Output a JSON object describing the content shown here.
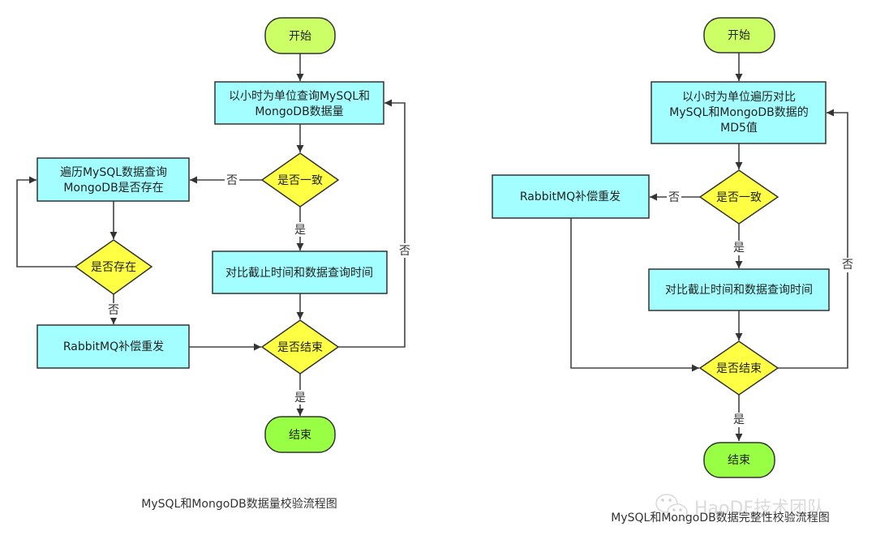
{
  "colors": {
    "terminal_start": "#ccff66",
    "terminal_end": "#99ff44",
    "process": "#a3ffff",
    "decision": "#ffff44",
    "stroke": "#333333",
    "line": "#444444"
  },
  "diagrams": [
    {
      "caption": "MySQL和MongoDB数据量校验流程图",
      "nodes": {
        "start": {
          "type": "terminal",
          "lines": [
            "开始"
          ]
        },
        "query": {
          "type": "process",
          "lines": [
            "以小时为单位查询MySQL和",
            "MongoDB数据量"
          ]
        },
        "consistent": {
          "type": "decision",
          "lines": [
            "是否一致"
          ]
        },
        "traverse": {
          "type": "process",
          "lines": [
            "遍历MySQL数据查询",
            "MongoDB是否存在"
          ]
        },
        "exists": {
          "type": "decision",
          "lines": [
            "是否存在"
          ]
        },
        "resend": {
          "type": "process",
          "lines": [
            "RabbitMQ补偿重发"
          ]
        },
        "compare": {
          "type": "process",
          "lines": [
            "对比截止时间和数据查询时间"
          ]
        },
        "finished": {
          "type": "decision",
          "lines": [
            "是否结束"
          ]
        },
        "end": {
          "type": "terminal",
          "lines": [
            "结束"
          ]
        }
      },
      "edge_labels": {
        "consistent_no": "否",
        "consistent_yes": "是",
        "exists_no": "否",
        "finished_no": "否",
        "finished_yes": "是"
      }
    },
    {
      "caption": "MySQL和MongoDB数据完整性校验流程图",
      "nodes": {
        "start": {
          "type": "terminal",
          "lines": [
            "开始"
          ]
        },
        "compare_md5": {
          "type": "process",
          "lines": [
            "以小时为单位遍历对比",
            "MySQL和MongoDB数据的",
            "MD5值"
          ]
        },
        "consistent": {
          "type": "decision",
          "lines": [
            "是否一致"
          ]
        },
        "resend": {
          "type": "process",
          "lines": [
            "RabbitMQ补偿重发"
          ]
        },
        "compare": {
          "type": "process",
          "lines": [
            "对比截止时间和数据查询时间"
          ]
        },
        "finished": {
          "type": "decision",
          "lines": [
            "是否结束"
          ]
        },
        "end": {
          "type": "terminal",
          "lines": [
            "结束"
          ]
        }
      },
      "edge_labels": {
        "consistent_no": "否",
        "consistent_yes": "是",
        "finished_no": "否",
        "finished_yes": "是"
      }
    }
  ],
  "watermark": {
    "icon": "wechat-icon",
    "text": "HaoDF技术团队"
  }
}
